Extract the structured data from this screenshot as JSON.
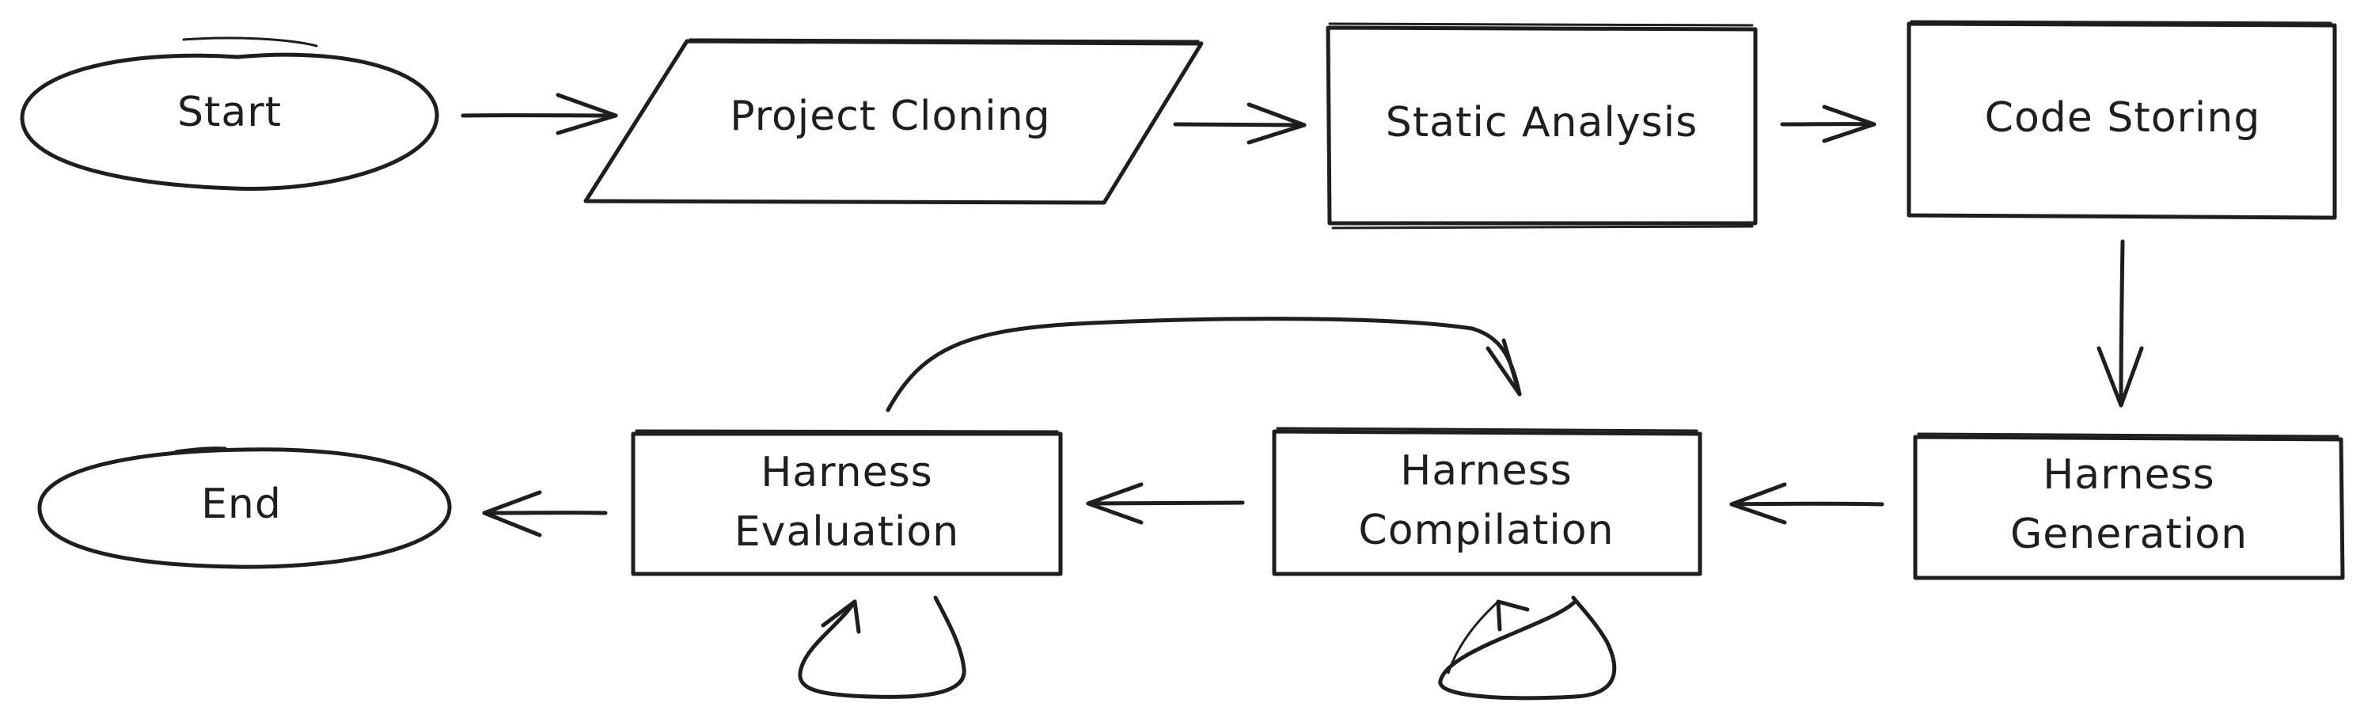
{
  "nodes": {
    "start": {
      "label": "Start"
    },
    "project_cloning": {
      "label": "Project Cloning"
    },
    "static_analysis": {
      "label": "Static Analysis"
    },
    "code_storing": {
      "label": "Code Storing"
    },
    "harness_generation": {
      "label_line1": "Harness",
      "label_line2": "Generation"
    },
    "harness_compilation": {
      "label_line1": "Harness",
      "label_line2": "Compilation"
    },
    "harness_evaluation": {
      "label_line1": "Harness",
      "label_line2": "Evaluation"
    },
    "end": {
      "label": "End"
    }
  },
  "style": {
    "stroke_color": "#1e1e1e",
    "background": "#ffffff"
  }
}
